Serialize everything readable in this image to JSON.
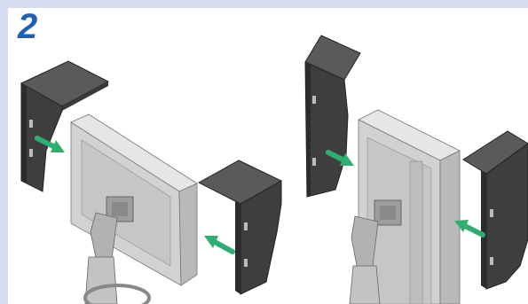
{
  "step": {
    "number": "2"
  },
  "colors": {
    "step_text": "#1f5fb4",
    "frame_band": "#d6dcf0",
    "hood_panel": "#3e3e3e",
    "hood_panel_side": "#2c2c2c",
    "hood_top": "#5a5a5a",
    "monitor_body": "#d2d2d2",
    "monitor_face": "#b9b9b9",
    "monitor_shade": "#9d9d9d",
    "arrow": "#2fae71"
  },
  "illustrations": [
    {
      "name": "landscape-monitor-hood-assembly",
      "parts": [
        "left-hood-panel",
        "monitor-landscape",
        "right-hood-panel"
      ]
    },
    {
      "name": "portrait-monitor-hood-assembly",
      "parts": [
        "left-hood-panel",
        "monitor-portrait",
        "right-hood-panel"
      ]
    }
  ],
  "icons": [
    "push-arrow-icon",
    "mounting-slot-icon"
  ]
}
